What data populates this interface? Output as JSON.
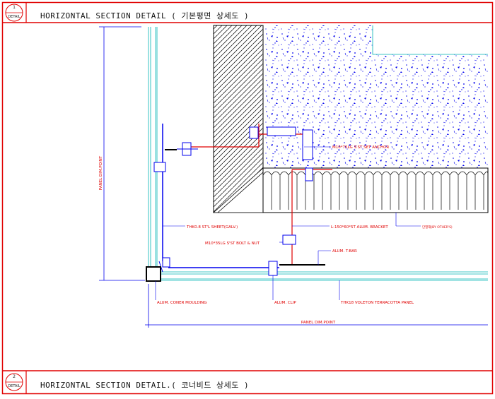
{
  "sheet": {
    "top_detail": {
      "number": "1",
      "tag": "DETAIL",
      "title": "HORIZONTAL SECTION DETAIL ( 기본평면 상세도 )"
    },
    "bottom_detail": {
      "number": "2",
      "tag": "DETAIL",
      "title": "HORIZONTAL SECTION DETAIL.( 코너비드 상세도 )"
    }
  },
  "annotations": {
    "panel_dim_vertical": "PANEL DIM.POINT",
    "anchor": "M10*75LG S'ST SET ANCHOR",
    "sheet_galv": "THK0.8 ST'L SHEET(GALV.)",
    "bracket": "L-150*60*5T ALUM. BRACKET",
    "insulation": "단열재(BY OTHER'S)",
    "bolt": "M10*35LG S'ST BOLT & NUT",
    "tbar": "ALUM. T-BAR",
    "corner": "ALUM. CONER MOULDING",
    "clip": "ALUM. CLIP",
    "panel": "THK18 VOLETON TERRACOTTA PANEL",
    "panel_dim_horizontal": "PANEL DIM.POINT"
  },
  "colors": {
    "frame": "#e00000",
    "line": "#0000ee",
    "concrete_dots": "#0000ee",
    "outline": "#000000",
    "cyan": "#00b4b4",
    "label": "#e00000"
  }
}
